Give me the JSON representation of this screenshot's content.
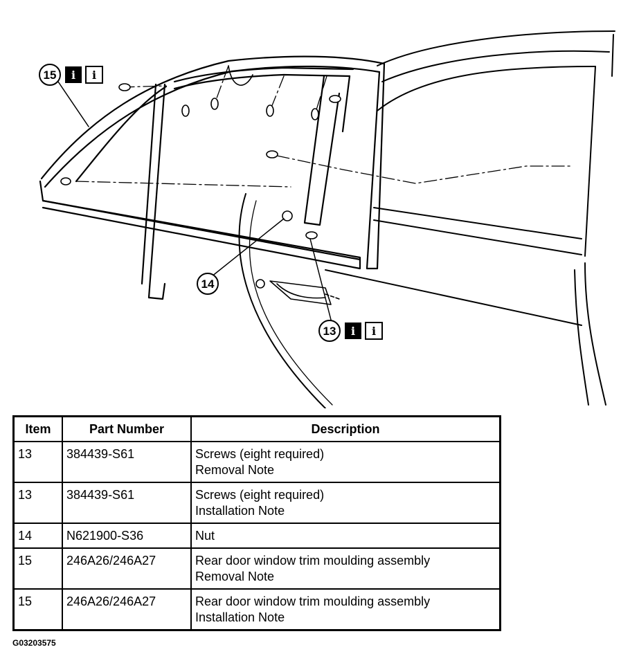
{
  "illustration": {
    "callouts": [
      {
        "number": "15",
        "info_icons": [
          "i",
          "i"
        ]
      },
      {
        "number": "14",
        "info_icons": []
      },
      {
        "number": "13",
        "info_icons": [
          "i",
          "i"
        ]
      }
    ]
  },
  "table": {
    "headers": {
      "item": "Item",
      "part_number": "Part Number",
      "description": "Description"
    },
    "rows": [
      {
        "item": "13",
        "part_number": "384439-S61",
        "description": [
          "Screws (eight required)",
          "Removal Note"
        ]
      },
      {
        "item": "13",
        "part_number": "384439-S61",
        "description": [
          "Screws (eight required)",
          "Installation Note"
        ]
      },
      {
        "item": "14",
        "part_number": "N621900-S36",
        "description": [
          "Nut"
        ]
      },
      {
        "item": "15",
        "part_number": "246A26/246A27",
        "description": [
          "Rear door window trim moulding assembly",
          "Removal Note"
        ]
      },
      {
        "item": "15",
        "part_number": "246A26/246A27",
        "description": [
          "Rear door window trim moulding assembly",
          "Installation Note"
        ]
      }
    ]
  },
  "figure_id": "G03203575"
}
